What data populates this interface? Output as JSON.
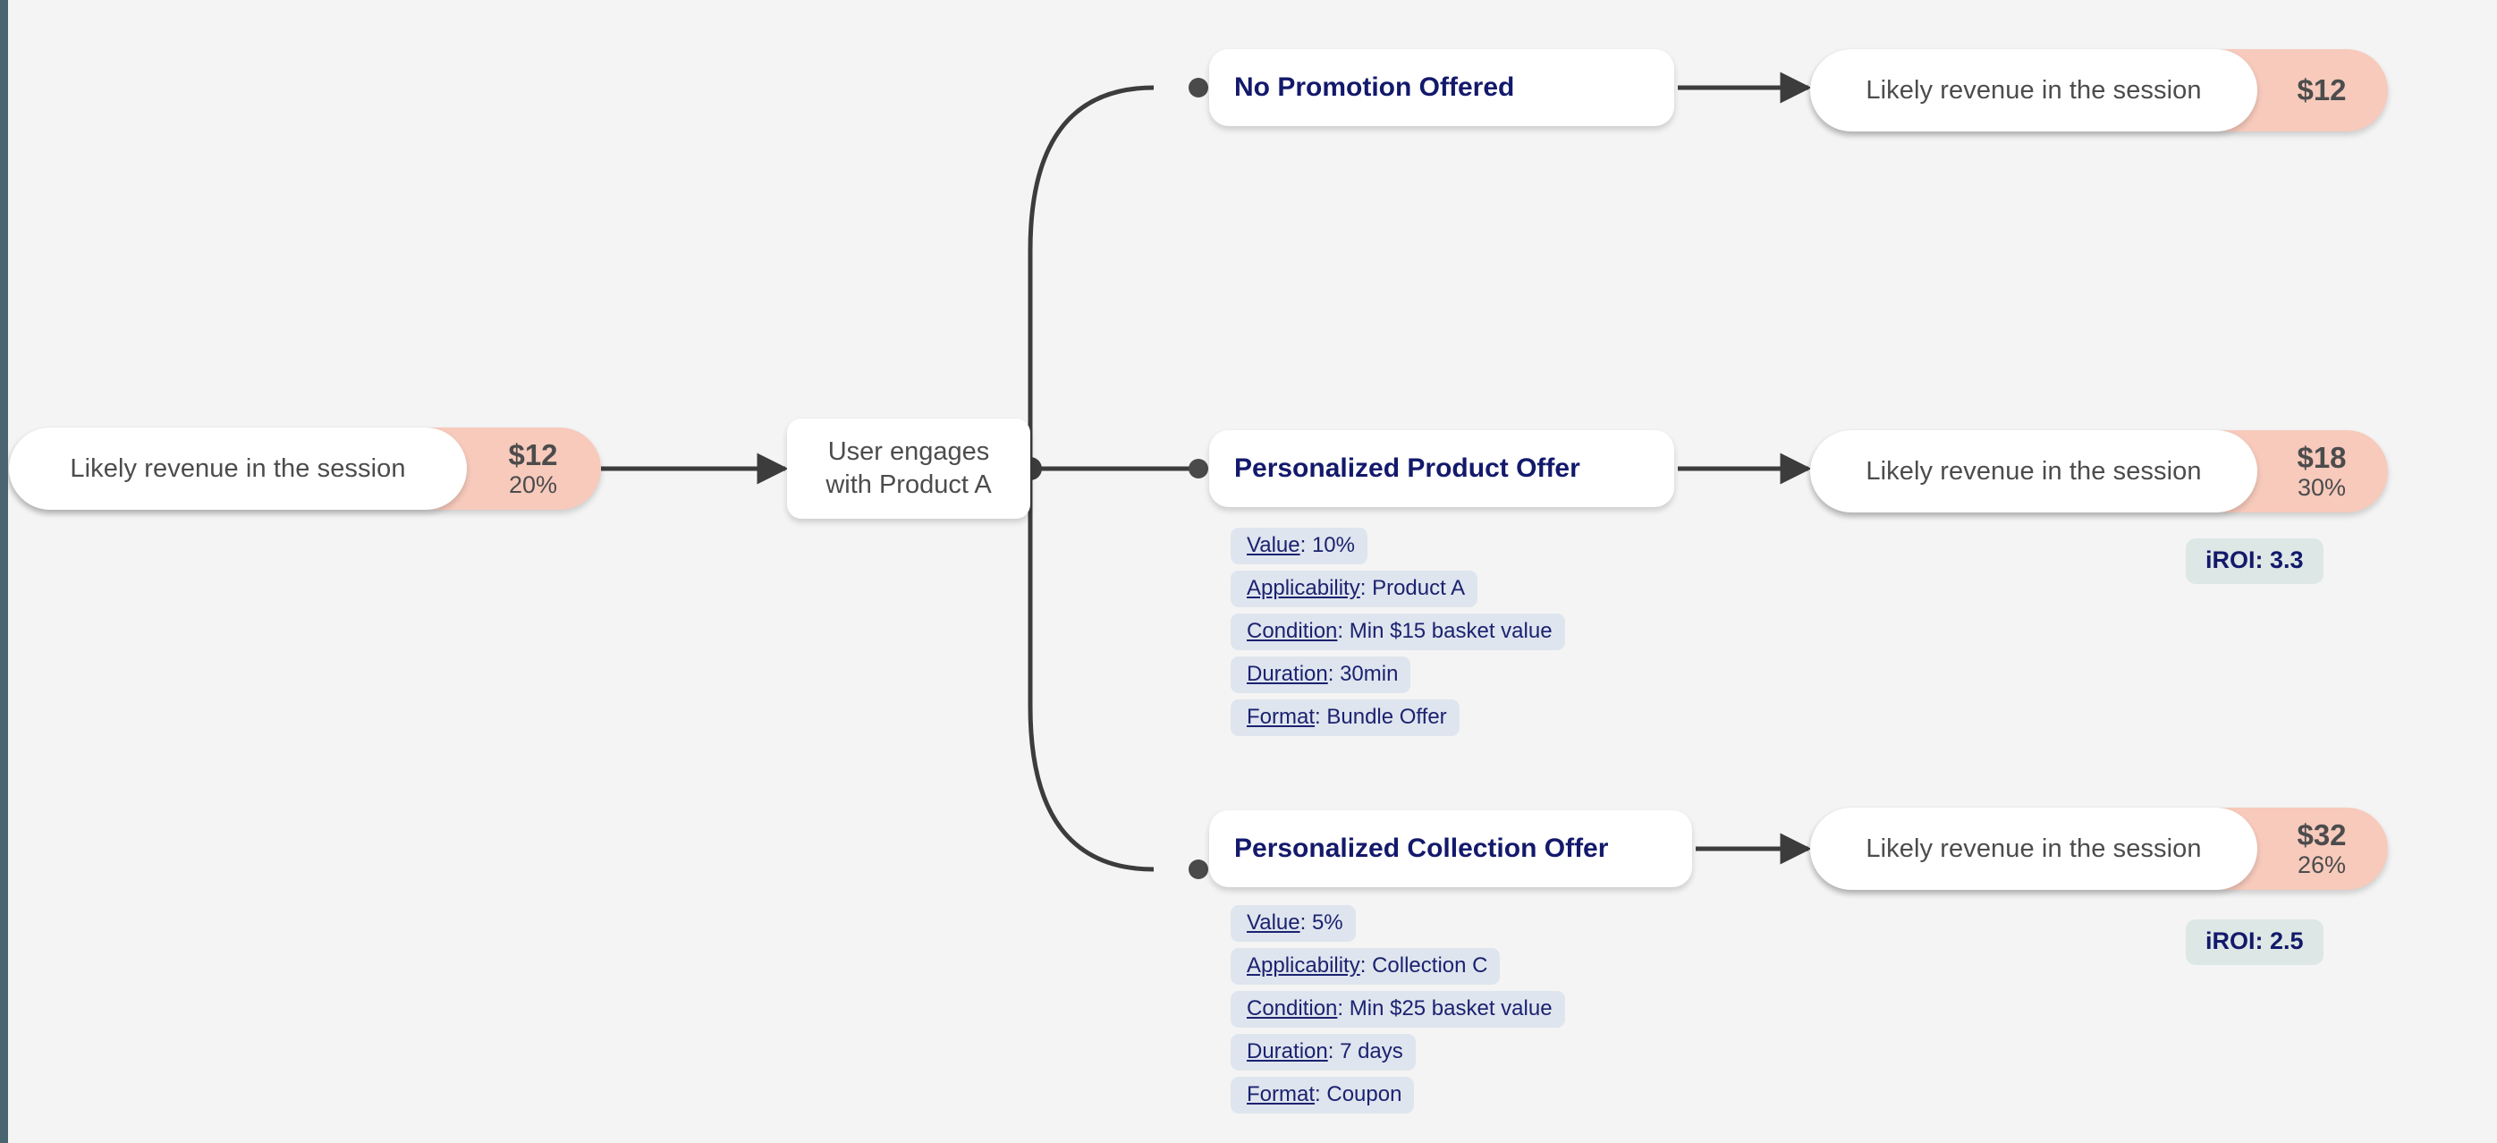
{
  "canvas": {
    "background_color": "#f4f4f4",
    "rail_color": "#4a6470",
    "accent_pink": "#f7cabc",
    "accent_navy": "#13196b",
    "chip_bg": "#dfe5ee",
    "iroi_bg": "#dde7e5",
    "edge_color": "#3c3c3c"
  },
  "nodes": {
    "source_revenue": {
      "label": "Likely revenue in the session",
      "amount": "$12",
      "percent": "20%"
    },
    "hub": {
      "line1": "User engages",
      "line2": "with Product A"
    },
    "branches": [
      {
        "title": "No Promotion Offered",
        "attributes": [],
        "outcome": {
          "label": "Likely revenue in the session",
          "amount": "$12",
          "percent": ""
        },
        "iroi": ""
      },
      {
        "title": "Personalized Product Offer",
        "attributes": [
          {
            "key": "Value",
            "value": "10%"
          },
          {
            "key": "Applicability",
            "value": "Product A"
          },
          {
            "key": "Condition",
            "value": "Min $15 basket value"
          },
          {
            "key": "Duration",
            "value": "30min"
          },
          {
            "key": "Format",
            "value": "Bundle Offer"
          }
        ],
        "outcome": {
          "label": "Likely revenue in the session",
          "amount": "$18",
          "percent": "30%"
        },
        "iroi": "iROI: 3.3"
      },
      {
        "title": "Personalized Collection Offer",
        "attributes": [
          {
            "key": "Value",
            "value": "5%"
          },
          {
            "key": "Applicability",
            "value": "Collection C"
          },
          {
            "key": "Condition",
            "value": "Min $25 basket value"
          },
          {
            "key": "Duration",
            "value": "7 days"
          },
          {
            "key": "Format",
            "value": "Coupon"
          }
        ],
        "outcome": {
          "label": "Likely revenue in the session",
          "amount": "$32",
          "percent": "26%"
        },
        "iroi": "iROI: 2.5"
      }
    ]
  }
}
